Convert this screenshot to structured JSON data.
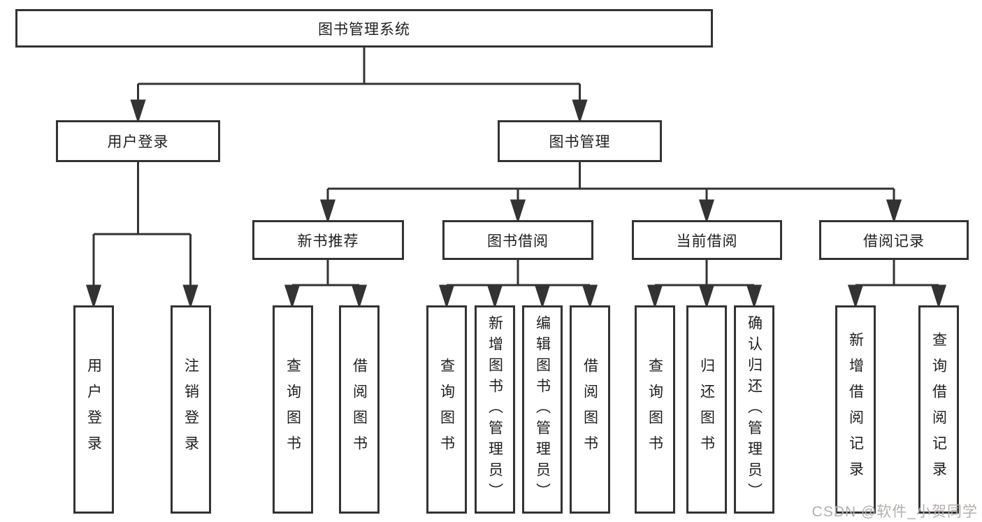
{
  "diagram": {
    "root": {
      "label": "图书管理系统"
    },
    "level2": [
      {
        "label": "用户登录"
      },
      {
        "label": "图书管理"
      }
    ],
    "level3": [
      {
        "label": "新书推荐"
      },
      {
        "label": "图书借阅"
      },
      {
        "label": "当前借阅"
      },
      {
        "label": "借阅记录"
      }
    ],
    "leaves": [
      {
        "label": "用户登录"
      },
      {
        "label": "注销登录"
      },
      {
        "label": "查询图书"
      },
      {
        "label": "借阅图书"
      },
      {
        "label": "查询图书"
      },
      {
        "label": "新增图书（管理员）"
      },
      {
        "label": "编辑图书（管理员）"
      },
      {
        "label": "借阅图书"
      },
      {
        "label": "查询图书"
      },
      {
        "label": "归还图书"
      },
      {
        "label": "确认归还（管理员）"
      },
      {
        "label": "新增借阅记录"
      },
      {
        "label": "查询借阅记录"
      }
    ],
    "watermark": "CSDN @软件_小贺同学",
    "colors": {
      "line": "#333333",
      "border": "#333333",
      "background": "#ffffff",
      "watermark_text": "#b4aeae"
    }
  }
}
